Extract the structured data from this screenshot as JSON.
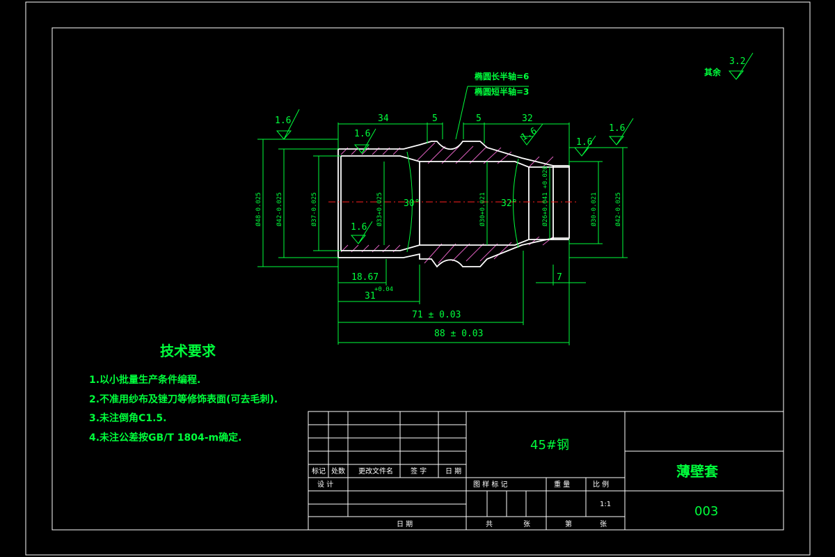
{
  "colors": {
    "background": "#000000",
    "frame": "#ffffff",
    "dimension": "#00ff3c",
    "centerline": "#ff2020",
    "hatch": "#e060c0"
  },
  "notes": {
    "ellipse_long": "椭圆长半轴=6",
    "ellipse_short": "椭圆短半轴=3",
    "roughness_other": "其余",
    "roughness_other_value": "3.2"
  },
  "roughness": [
    "1.6",
    "1.6",
    "1.6",
    "1.6",
    "1.6",
    "1.6"
  ],
  "dims": {
    "top_34": "34",
    "top_5a": "5",
    "top_5b": "5",
    "top_32": "32",
    "d48": "Ø48-0.025",
    "d42": "Ø42-0.025",
    "d37": "Ø37-0.025",
    "d33": "Ø33+0.025",
    "d30": "Ø30+0.021",
    "d26": "Ø26+0.041 +0.020",
    "d30r": "Ø30-0.021",
    "d42r": "Ø42-0.025",
    "angle30": "30°",
    "angle32": "32°",
    "b_1867": "18.67",
    "b_31": "31",
    "b_31_tol": "+0.04",
    "b_7": "7",
    "b_71": "71 ± 0.03",
    "b_88": "88 ± 0.03"
  },
  "tech": {
    "title": "技术要求",
    "items": [
      "1.以小批量生产条件编程.",
      "2.不准用纱布及锉刀等修饰表面(可去毛刺).",
      "3.未注倒角C1.5.",
      "4.未注公差按GB/T 1804-m确定."
    ]
  },
  "titleblock": {
    "material": "45#钢",
    "name": "薄壁套",
    "code": "003",
    "scale_value": "1:1",
    "labels": {
      "mark": "标记",
      "count": "处数",
      "doc": "更改文件名",
      "sign": "签 字",
      "date": "日 期",
      "design": "设 计",
      "date2": "日 期",
      "stage": "图 样 标 记",
      "weight": "重 量",
      "scale": "比 例",
      "total": "共",
      "sheets": "张",
      "sheet": "第",
      "sheets2": "张"
    }
  }
}
